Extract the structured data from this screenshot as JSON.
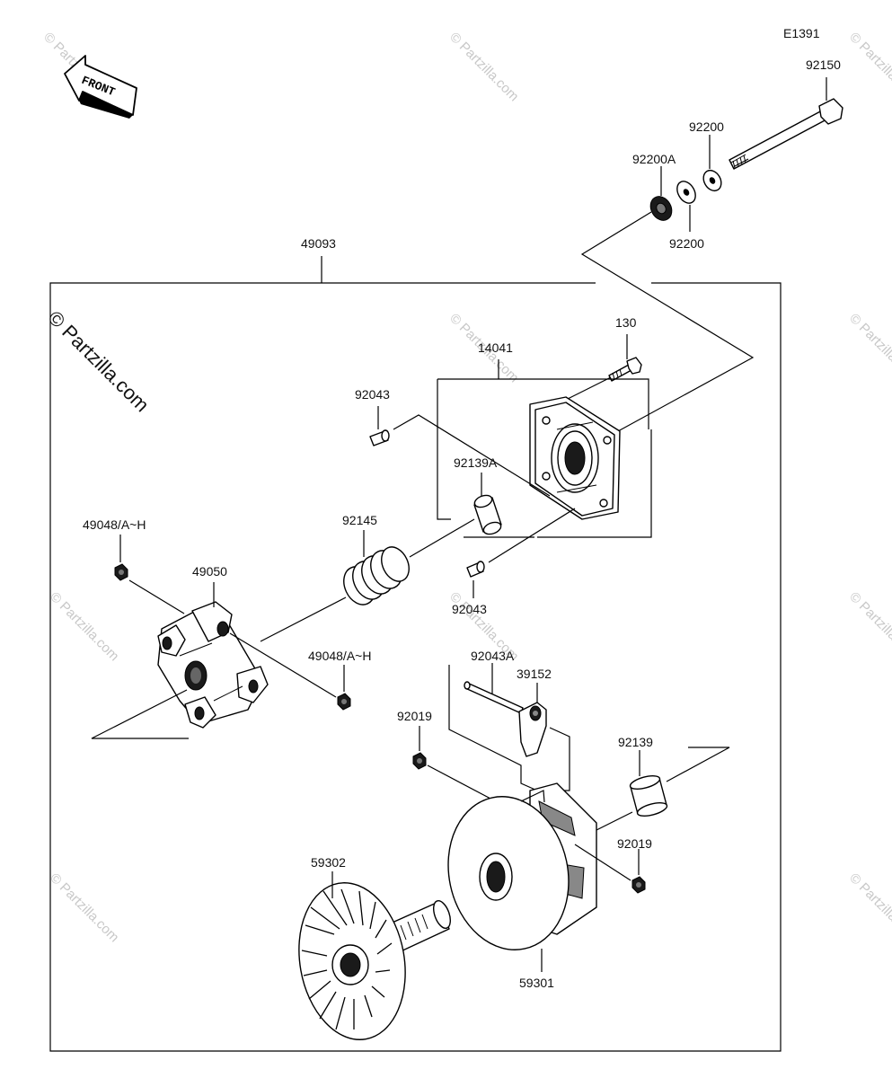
{
  "diagram_code": "E1391",
  "front_label": "FRONT",
  "watermark": "© Partzilla.com",
  "labels": {
    "p92150": "92150",
    "p92200_top": "92200",
    "p92200A": "92200A",
    "p92200_bottom": "92200",
    "p49093": "49093",
    "p130": "130",
    "p14041": "14041",
    "p92043_top": "92043",
    "p92139A": "92139A",
    "p92145": "92145",
    "p49048_left": "49048/A~H",
    "p49050": "49050",
    "p92043_mid": "92043",
    "p49048_mid": "49048/A~H",
    "p92043A": "92043A",
    "p39152": "39152",
    "p92019_left": "92019",
    "p92139": "92139",
    "p92019_right": "92019",
    "p59302": "59302",
    "p59301": "59301"
  }
}
